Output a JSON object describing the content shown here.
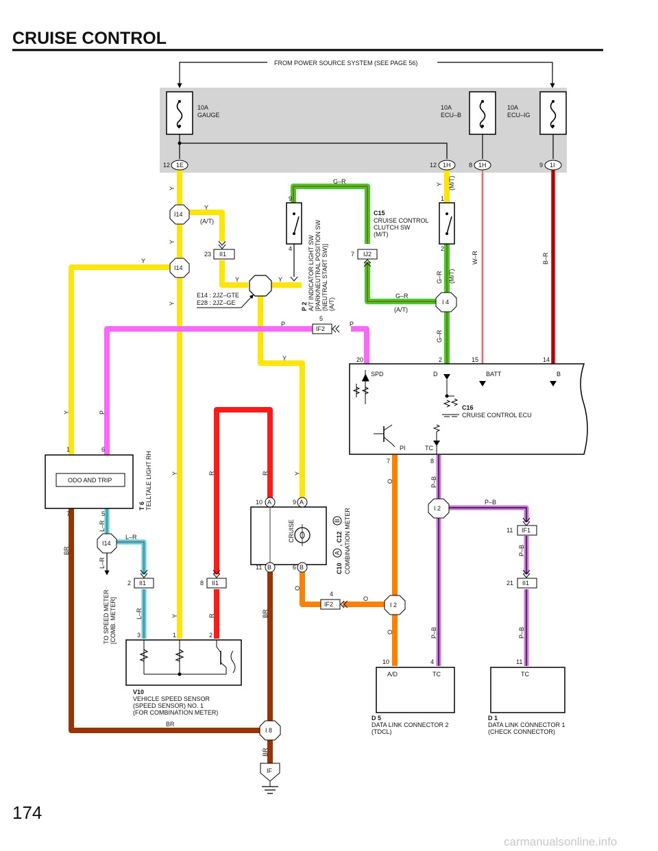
{
  "header": {
    "title": "CRUISE CONTROL",
    "page_number": "174",
    "watermark": "carmanualsonline.info"
  },
  "power_source": {
    "label": "FROM POWER SOURCE SYSTEM (SEE PAGE 56)"
  },
  "fuses": {
    "gauge": {
      "rating": "10A",
      "name": "GAUGE"
    },
    "ecu_b": {
      "rating": "10A",
      "name": "ECU–B"
    },
    "ecu_ig": {
      "rating": "10A",
      "name": "ECU–IG"
    }
  },
  "junction_blocks": {
    "j1e": {
      "pin": "12",
      "name": "1E"
    },
    "j1h_a": {
      "pin": "12",
      "name": "1H"
    },
    "j1h_b": {
      "pin": "8",
      "name": "1H"
    },
    "j1i": {
      "pin": "9",
      "name": "1I"
    }
  },
  "connectors": {
    "i14": "I14",
    "ii1": "II1",
    "ij2": "IJ2",
    "if2": "IF2",
    "i4": "I 4",
    "i2": "I 2",
    "if1": "IF1",
    "i8": "I 8",
    "if": "IF"
  },
  "wires": {
    "y": "Y",
    "p": "P",
    "gr": "G–R",
    "wr": "W–R",
    "br_wire": "B–R",
    "r": "R",
    "br": "BR",
    "o": "O",
    "pb": "P–B",
    "lr": "L–R",
    "at": "(A/T)",
    "mt": "(M/T)"
  },
  "engine_note": {
    "line1": "E14 : 2JZ–GTE",
    "line2": "E28 : 2JZ–GE"
  },
  "components": {
    "p2": {
      "code": "P 2",
      "l1": "A/T INDICATOR LIGHT SW",
      "l2": "[PARK/NEUTRAL POSITION SW",
      "l3": "(NEUTRAL START SW)]",
      "l4": "(A/T)"
    },
    "c15": {
      "code": "C15",
      "l1": "CRUISE CONTROL",
      "l2": "CLUTCH SW",
      "l3": "(M/T)"
    },
    "c16": {
      "code": "C16",
      "name": "CRUISE CONTROL ECU",
      "spd": "SPD",
      "d": "D",
      "batt": "BATT",
      "b": "B",
      "pi": "PI",
      "tc": "TC"
    },
    "t6": {
      "code": "T 6",
      "name": "TELLTALE LIGHT RH",
      "inner": "ODO AND TRIP"
    },
    "speed_meter": {
      "l1": "TO SPEED METER",
      "l2": "[COMB.  METER]"
    },
    "c10": {
      "code": "C10",
      "a": "A",
      "sep": ", C12",
      "b": "B",
      "name": "COMBINATION METER",
      "inner": "CRUISE"
    },
    "v10": {
      "code": "V10",
      "l1": "VEHICLE SPEED SENSOR",
      "l2": "(SPEED SENSOR) NO. 1",
      "l3": "(FOR COMBINATION METER)"
    },
    "d5": {
      "code": "D 5",
      "l1": "DATA LINK CONNECTOR 2",
      "l2": "(TDCL)",
      "ad": "A/D",
      "tc": "TC"
    },
    "d1": {
      "code": "D 1",
      "l1": "DATA LINK CONNECTOR 1",
      "l2": "(CHECK CONNECTOR)",
      "tc": "TC"
    }
  },
  "pins": {
    "p9": "9",
    "p4": "4",
    "p1": "1",
    "p2": "2",
    "p7": "7",
    "p23": "23",
    "p5": "5",
    "p20": "20",
    "p2b": "2",
    "p15": "15",
    "p14": "14",
    "t6_1": "1",
    "t6_6": "6",
    "t6_7": "7",
    "t6_5": "5",
    "c10_10": "10",
    "c10_9": "9",
    "c10_11": "11",
    "c10_6": "6",
    "c10_a1": "A",
    "c10_a2": "A",
    "c10_b1": "B",
    "c10_b2": "B",
    "ii1_2": "2",
    "ii1_8": "8",
    "if2_4": "4",
    "ecu_7": "7",
    "ecu_8": "8",
    "if1_11": "11",
    "ii1_21": "21",
    "v10_3": "3",
    "v10_1": "1",
    "v10_2": "2",
    "d5_10": "10",
    "d5_4": "4",
    "d1_11": "11"
  },
  "colors": {
    "yellow": "#ffe600",
    "pink": "#ff66ff",
    "green": "#22dd22",
    "red": "#ff1a1a",
    "brown": "#993300",
    "orange": "#ff7f00",
    "cyan": "#33ddee",
    "purple": "#cc77dd",
    "grey_panel": "#d4d4d4"
  }
}
